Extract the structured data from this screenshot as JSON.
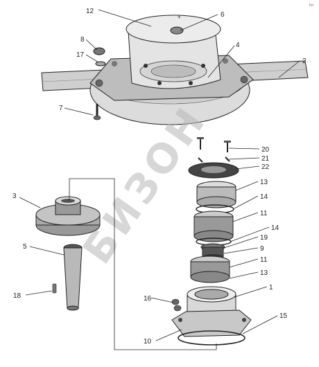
{
  "corner_mark": "Fri",
  "watermark": "БИЗОН",
  "labels": {
    "n12": "12",
    "n6": "6",
    "n8": "8",
    "n17": "17",
    "n4": "4",
    "n2": "2",
    "n7": "7",
    "n20": "20",
    "n21": "21",
    "n22": "22",
    "n3": "3",
    "n13a": "13",
    "n14a": "14",
    "n11a": "11",
    "n14b": "14",
    "n19": "19",
    "n9": "9",
    "n5": "5",
    "n11b": "11",
    "n13b": "13",
    "n18": "18",
    "n1": "1",
    "n16": "16",
    "n15": "15",
    "n10": "10"
  }
}
